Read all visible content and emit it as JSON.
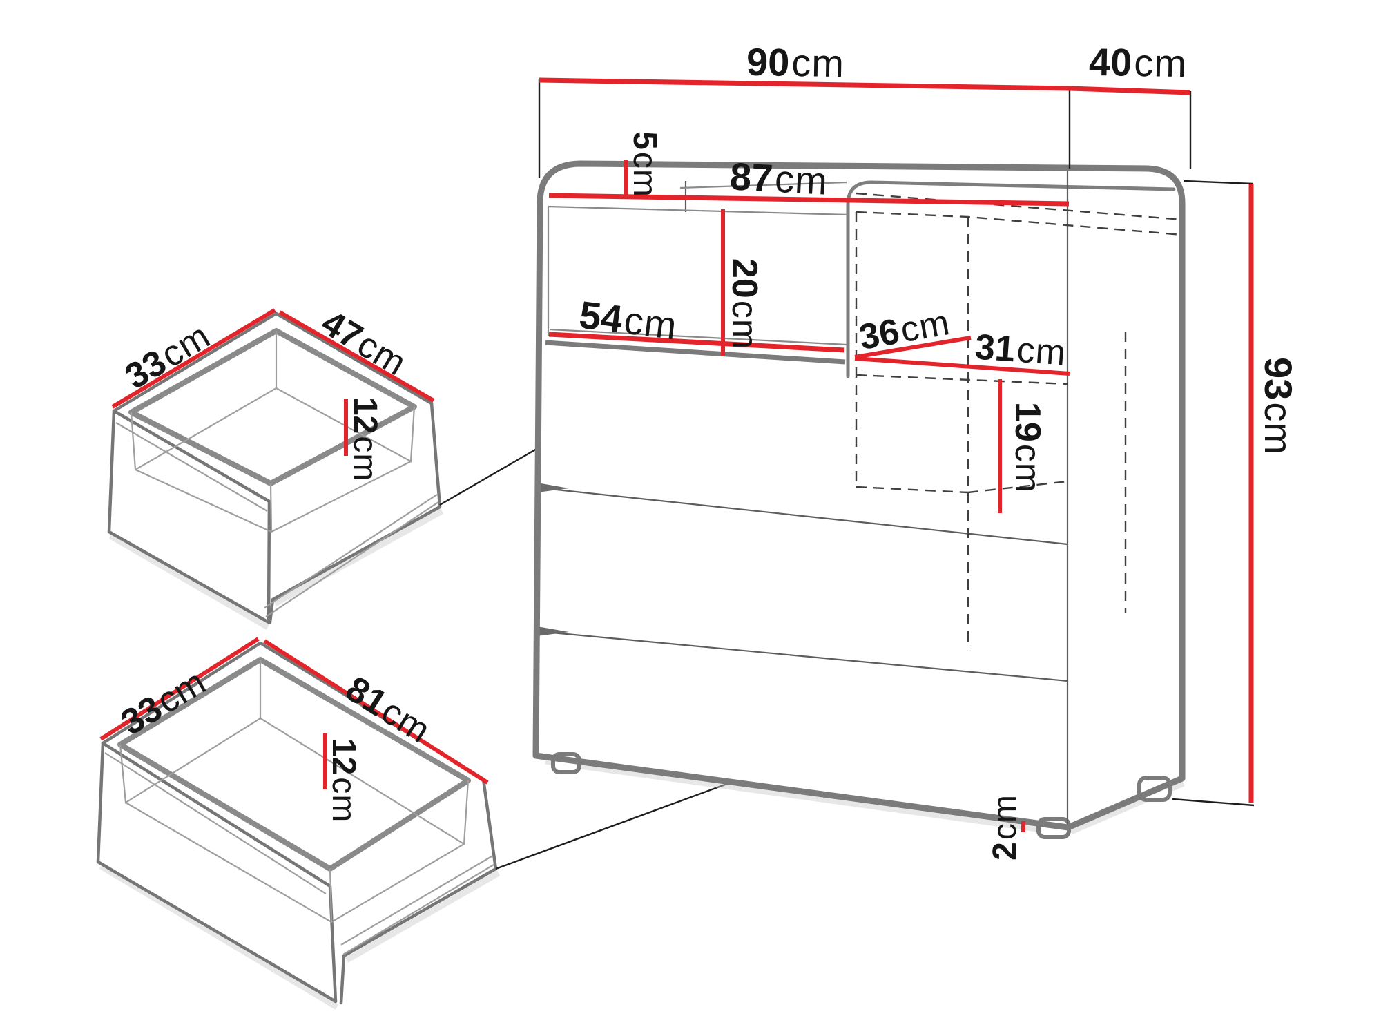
{
  "colors": {
    "dimension_red": "#e3242b",
    "outline_gray": "#7b7b7b",
    "text_black": "#161616"
  },
  "cabinet": {
    "width": {
      "value": "90",
      "unit": "cm"
    },
    "depth": {
      "value": "40",
      "unit": "cm"
    },
    "top_thickness": {
      "value": "5",
      "unit": "cm"
    },
    "interior_width": {
      "value": "87",
      "unit": "cm"
    },
    "top_niche_height": {
      "value": "20",
      "unit": "cm"
    },
    "left_niche_width": {
      "value": "54",
      "unit": "cm"
    },
    "side_niche_depth": {
      "value": "36",
      "unit": "cm"
    },
    "side_niche_width": {
      "value": "31",
      "unit": "cm"
    },
    "side_niche_height": {
      "value": "19",
      "unit": "cm"
    },
    "height": {
      "value": "93",
      "unit": "cm"
    },
    "foot_height": {
      "value": "2",
      "unit": "cm"
    }
  },
  "small_drawer": {
    "depth": {
      "value": "33",
      "unit": "cm"
    },
    "width": {
      "value": "47",
      "unit": "cm"
    },
    "height": {
      "value": "12",
      "unit": "cm"
    }
  },
  "large_drawer": {
    "depth": {
      "value": "33",
      "unit": "cm"
    },
    "width": {
      "value": "81",
      "unit": "cm"
    },
    "height": {
      "value": "12",
      "unit": "cm"
    }
  }
}
